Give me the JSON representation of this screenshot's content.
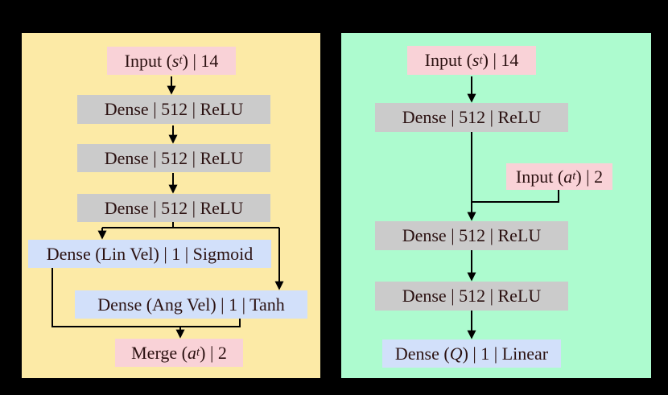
{
  "colors": {
    "background": "#000000",
    "actor_panel": "#FCEAA6",
    "critic_panel": "#ADFBCF",
    "input_box": "#F9D2D7",
    "dense_box": "#CBCBCB",
    "output_box": "#D2E0FA",
    "text": "#2B1111",
    "line": "#000000"
  },
  "actor": {
    "boxes": {
      "input_state": {
        "text": "Input (st) | 14",
        "segments": [
          {
            "t": "Input ("
          },
          {
            "t": "s",
            "style": "italic"
          },
          {
            "t": "t",
            "style": "sub"
          },
          {
            "t": ") | 14"
          }
        ]
      },
      "dense1": {
        "text": "Dense | 512 | ReLU",
        "segments": [
          {
            "t": "Dense | 512 | ReLU"
          }
        ]
      },
      "dense2": {
        "text": "Dense | 512 | ReLU",
        "segments": [
          {
            "t": "Dense | 512 | ReLU"
          }
        ]
      },
      "dense3": {
        "text": "Dense | 512 | ReLU",
        "segments": [
          {
            "t": "Dense | 512 | ReLU"
          }
        ]
      },
      "lin_vel": {
        "text": "Dense (Lin Vel) | 1 | Sigmoid",
        "segments": [
          {
            "t": "Dense (Lin Vel) | 1 | Sigmoid"
          }
        ]
      },
      "ang_vel": {
        "text": "Dense (Ang Vel) | 1 | Tanh",
        "segments": [
          {
            "t": "Dense (Ang Vel) | 1 | Tanh"
          }
        ]
      },
      "merge": {
        "text": "Merge (at) | 2",
        "segments": [
          {
            "t": "Merge ("
          },
          {
            "t": "a",
            "style": "italic"
          },
          {
            "t": "t",
            "style": "sub"
          },
          {
            "t": ") | 2"
          }
        ]
      }
    }
  },
  "critic": {
    "boxes": {
      "input_state": {
        "text": "Input (st) | 14",
        "segments": [
          {
            "t": "Input ("
          },
          {
            "t": "s",
            "style": "italic"
          },
          {
            "t": "t",
            "style": "sub"
          },
          {
            "t": ") | 14"
          }
        ]
      },
      "dense1": {
        "text": "Dense | 512 | ReLU",
        "segments": [
          {
            "t": "Dense | 512 | ReLU"
          }
        ]
      },
      "input_action": {
        "text": "Input (at) | 2",
        "segments": [
          {
            "t": "Input ("
          },
          {
            "t": "a",
            "style": "italic"
          },
          {
            "t": "t",
            "style": "sub"
          },
          {
            "t": ") | 2"
          }
        ]
      },
      "dense2": {
        "text": "Dense | 512 | ReLU",
        "segments": [
          {
            "t": "Dense | 512 | ReLU"
          }
        ]
      },
      "dense3": {
        "text": "Dense | 512 | ReLU",
        "segments": [
          {
            "t": "Dense | 512 | ReLU"
          }
        ]
      },
      "q_output": {
        "text": "Dense (Q) | 1 | Linear",
        "segments": [
          {
            "t": "Dense ("
          },
          {
            "t": "Q",
            "style": "italic"
          },
          {
            "t": ") | 1 | Linear"
          }
        ]
      }
    }
  }
}
